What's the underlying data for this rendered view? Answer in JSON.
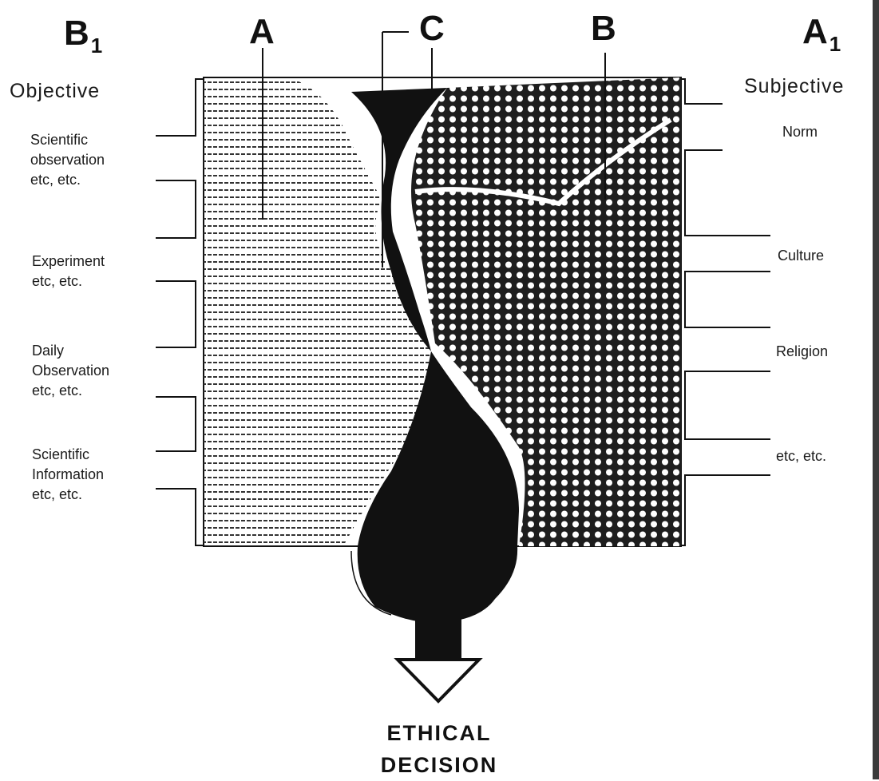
{
  "labels": {
    "b1": {
      "letter": "B",
      "subscript": "1"
    },
    "a": "A",
    "c": "C",
    "b": "B",
    "a1": {
      "letter": "A",
      "subscript": "1"
    }
  },
  "left_side": {
    "heading": "Objective",
    "items": [
      "Scientific\nobservation\netc, etc.",
      "Experiment\netc, etc.",
      "Daily\nObservation\netc, etc.",
      "Scientific\nInformation\netc, etc."
    ]
  },
  "right_side": {
    "heading": "Subjective",
    "items": [
      "Norm",
      "Culture",
      "Religion",
      "etc, etc."
    ]
  },
  "outcome": "ETHICAL\nDECISION",
  "colors": {
    "ink": "#111111",
    "paper": "#ffffff",
    "gray": "#666666"
  }
}
